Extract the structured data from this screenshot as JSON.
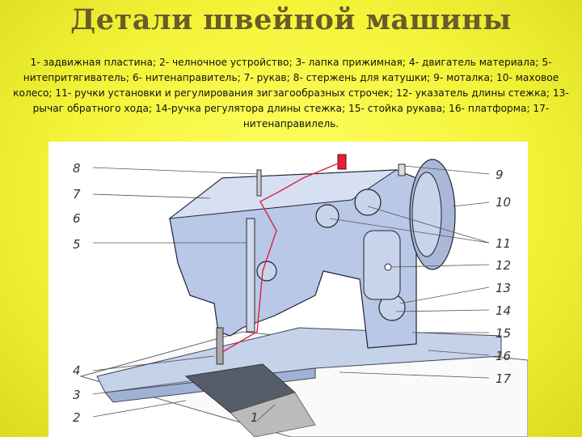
{
  "title": "Детали швейной машины",
  "description": "1- задвижная пластина; 2- челночное устройство; 3- лапка прижимная; 4- двигатель материала; 5- нитепритягиватель; 6- нитенаправитель; 7- рукав; 8- стержень для катушки; 9- моталка; 10- маховое колесо; 11- ручки установки и регулирования зигзагообразных строчек; 12- указатель длины стежка; 13- рычаг обратного хода; 14-ручка регулятора длины стежка; 15- стойка рукава; 16- платформа; 17- нитенаправилель.",
  "figure": {
    "labels_left": [
      "8",
      "7",
      "6",
      "5",
      "4",
      "3",
      "2"
    ],
    "labels_right": [
      "9",
      "10",
      "11",
      "12",
      "13",
      "14",
      "15",
      "16",
      "17"
    ],
    "label_bottom": "1"
  },
  "colors": {
    "background": "#f4f43a",
    "title": "#6b5a2a",
    "machine": "#b8c8e6",
    "thread": "#e0203c"
  }
}
